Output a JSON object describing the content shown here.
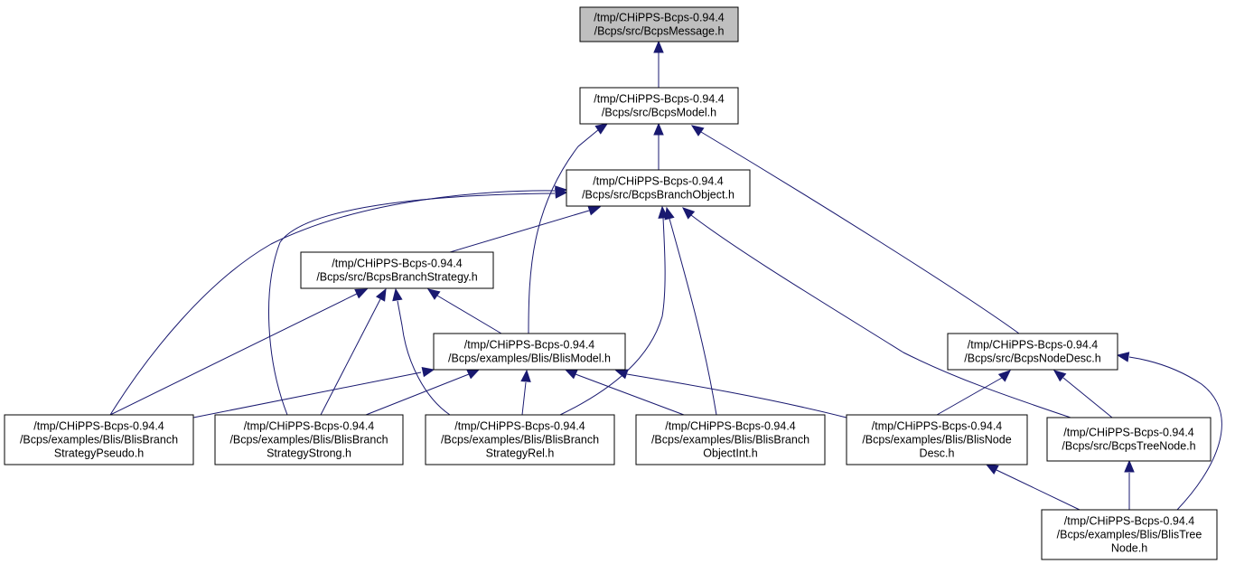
{
  "colors": {
    "root_fill": "#bfbfbf",
    "node_fill": "#ffffff",
    "node_border": "#000000",
    "edge": "#191970"
  },
  "nodes": {
    "message": {
      "lines": [
        "/tmp/CHiPPS-Bcps-0.94.4",
        "/Bcps/src/BcpsMessage.h"
      ],
      "is_root": true
    },
    "model": {
      "lines": [
        "/tmp/CHiPPS-Bcps-0.94.4",
        "/Bcps/src/BcpsModel.h"
      ]
    },
    "branch_object": {
      "lines": [
        "/tmp/CHiPPS-Bcps-0.94.4",
        "/Bcps/src/BcpsBranchObject.h"
      ]
    },
    "branch_strategy": {
      "lines": [
        "/tmp/CHiPPS-Bcps-0.94.4",
        "/Bcps/src/BcpsBranchStrategy.h"
      ]
    },
    "blis_model": {
      "lines": [
        "/tmp/CHiPPS-Bcps-0.94.4",
        "/Bcps/examples/Blis/BlisModel.h"
      ]
    },
    "node_desc": {
      "lines": [
        "/tmp/CHiPPS-Bcps-0.94.4",
        "/Bcps/src/BcpsNodeDesc.h"
      ]
    },
    "pseudo": {
      "lines": [
        "/tmp/CHiPPS-Bcps-0.94.4",
        "/Bcps/examples/Blis/BlisBranch",
        "StrategyPseudo.h"
      ]
    },
    "strong": {
      "lines": [
        "/tmp/CHiPPS-Bcps-0.94.4",
        "/Bcps/examples/Blis/BlisBranch",
        "StrategyStrong.h"
      ]
    },
    "rel": {
      "lines": [
        "/tmp/CHiPPS-Bcps-0.94.4",
        "/Bcps/examples/Blis/BlisBranch",
        "StrategyRel.h"
      ]
    },
    "object_int": {
      "lines": [
        "/tmp/CHiPPS-Bcps-0.94.4",
        "/Bcps/examples/Blis/BlisBranch",
        "ObjectInt.h"
      ]
    },
    "blis_node_desc": {
      "lines": [
        "/tmp/CHiPPS-Bcps-0.94.4",
        "/Bcps/examples/Blis/BlisNode",
        "Desc.h"
      ]
    },
    "tree_node": {
      "lines": [
        "/tmp/CHiPPS-Bcps-0.94.4",
        "/Bcps/src/BcpsTreeNode.h"
      ]
    },
    "blis_tree_node": {
      "lines": [
        "/tmp/CHiPPS-Bcps-0.94.4",
        "/Bcps/examples/Blis/BlisTree",
        "Node.h"
      ]
    }
  },
  "edges": [
    {
      "from": "model",
      "to": "message"
    },
    {
      "from": "branch_object",
      "to": "model"
    },
    {
      "from": "blis_model",
      "to": "model"
    },
    {
      "from": "node_desc",
      "to": "model"
    },
    {
      "from": "branch_strategy",
      "to": "branch_object"
    },
    {
      "from": "pseudo",
      "to": "branch_object"
    },
    {
      "from": "strong",
      "to": "branch_object"
    },
    {
      "from": "rel",
      "to": "branch_object"
    },
    {
      "from": "object_int",
      "to": "branch_object"
    },
    {
      "from": "tree_node",
      "to": "branch_object"
    },
    {
      "from": "blis_model",
      "to": "branch_strategy"
    },
    {
      "from": "pseudo",
      "to": "branch_strategy"
    },
    {
      "from": "strong",
      "to": "branch_strategy"
    },
    {
      "from": "rel",
      "to": "branch_strategy"
    },
    {
      "from": "pseudo",
      "to": "blis_model"
    },
    {
      "from": "strong",
      "to": "blis_model"
    },
    {
      "from": "rel",
      "to": "blis_model"
    },
    {
      "from": "object_int",
      "to": "blis_model"
    },
    {
      "from": "blis_node_desc",
      "to": "blis_model"
    },
    {
      "from": "blis_node_desc",
      "to": "node_desc"
    },
    {
      "from": "tree_node",
      "to": "node_desc"
    },
    {
      "from": "blis_tree_node",
      "to": "node_desc"
    },
    {
      "from": "blis_tree_node",
      "to": "blis_node_desc"
    },
    {
      "from": "blis_tree_node",
      "to": "tree_node"
    }
  ]
}
